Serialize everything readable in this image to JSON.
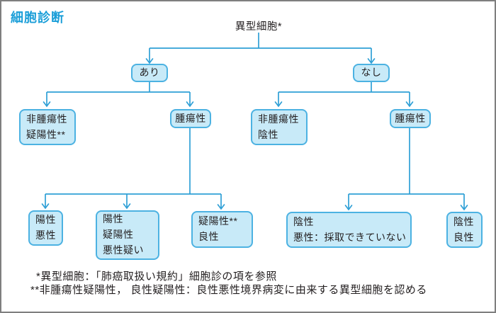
{
  "title": "細胞診断",
  "tree": {
    "root": "異型細胞*",
    "nodes": {
      "ari": {
        "lines": [
          "あり"
        ]
      },
      "nashi": {
        "lines": [
          "なし"
        ]
      },
      "non_tumor_suspicious": {
        "lines": [
          "非腫瘍性",
          "疑陽性**"
        ]
      },
      "tumor_left": {
        "lines": [
          "腫瘍性"
        ]
      },
      "non_tumor_negative": {
        "lines": [
          "非腫瘍性",
          "陰性"
        ]
      },
      "tumor_right": {
        "lines": [
          "腫瘍性"
        ]
      },
      "positive_malignant": {
        "lines": [
          "陽性",
          "悪性"
        ]
      },
      "positive_suspicious_malignant": {
        "lines": [
          "陽性",
          "疑陽性",
          "悪性疑い"
        ]
      },
      "suspicious_benign": {
        "lines": [
          "疑陽性**",
          "良性"
        ]
      },
      "negative_malignant": {
        "lines": [
          "陰性",
          "悪性：採取できていない"
        ]
      },
      "negative_benign": {
        "lines": [
          "陰性",
          "良性"
        ]
      }
    }
  },
  "footnotes": [
    "*異型細胞：「肺癌取扱い規約」細胞診の項を参照",
    "**非腫瘍性疑陽性， 良性疑陽性：良性悪性境界病変に由来する異型細胞を認める"
  ],
  "colors": {
    "title_blue": "#1a9ed8",
    "connector_blue": "#2fa0d6",
    "node_fill": "#c8eaf8",
    "node_border": "#4cb2e2",
    "text": "#231f20",
    "frame_border": "#7f7f7f"
  }
}
